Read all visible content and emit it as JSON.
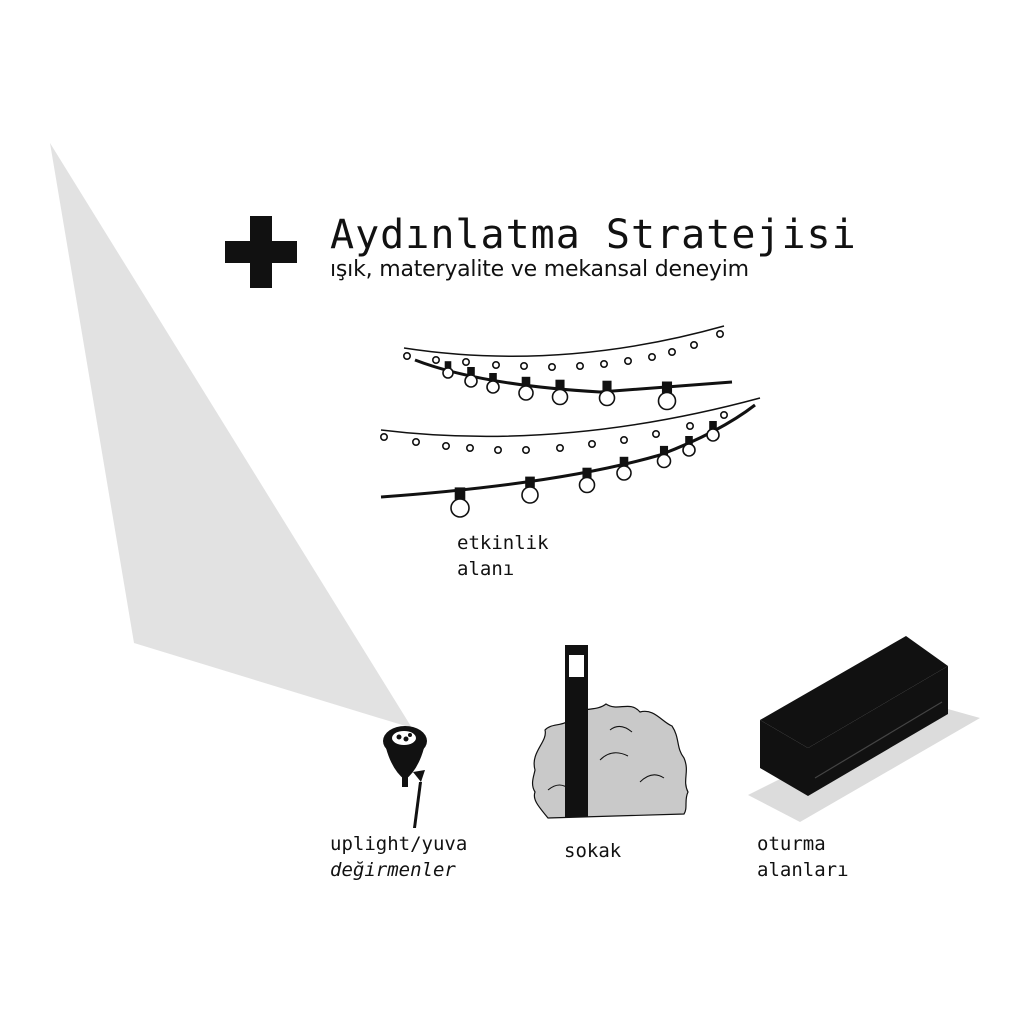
{
  "header": {
    "icon": "plus-icon",
    "title": "Aydınlatma Stratejisi",
    "subtitle": "ışık, materyalite ve mekansal deneyim"
  },
  "items": {
    "string_lights": {
      "icon": "string-lights-icon",
      "line1": "etkinlik",
      "line2": "alanı"
    },
    "uplight": {
      "icon": "spotlight-icon",
      "line1": "uplight/yuva",
      "line2": "değirmenler"
    },
    "bollard": {
      "icon": "bollard-light-icon",
      "line1": "sokak"
    },
    "bench": {
      "icon": "bench-icon",
      "line1": "oturma",
      "line2": "alanları"
    }
  },
  "colors": {
    "ink": "#111111",
    "beam": "#e2e2e2",
    "bush": "#c9c9c9",
    "shadow": "#dcdcdc"
  }
}
